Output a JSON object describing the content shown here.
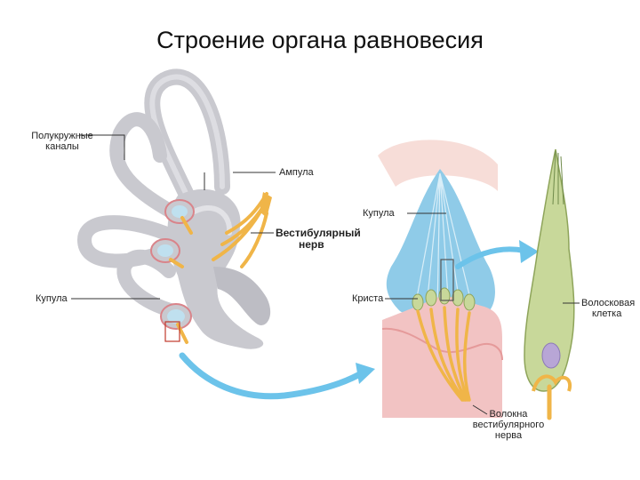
{
  "title": "Строение органа равновесия",
  "labels": {
    "semicircular_canals": [
      "Полукружные",
      "каналы"
    ],
    "ampulla": "Ампула",
    "vestibular_nerve": [
      "Вестибулярный",
      "нерв"
    ],
    "cupula_left": "Купула",
    "cupula_right": "Купула",
    "crista": "Криста",
    "hair_cell": [
      "Волосковая",
      "клетка"
    ],
    "nerve_fibers": [
      "Волокна",
      "вестибулярного",
      "нерва"
    ]
  },
  "colors": {
    "bone": "#c9c9cf",
    "nerve": "#f0b548",
    "cupula": "#8fcbe8",
    "arrow": "#6cc3ea",
    "tissue": "#f2c3c3",
    "cell": "#c8d89a"
  }
}
